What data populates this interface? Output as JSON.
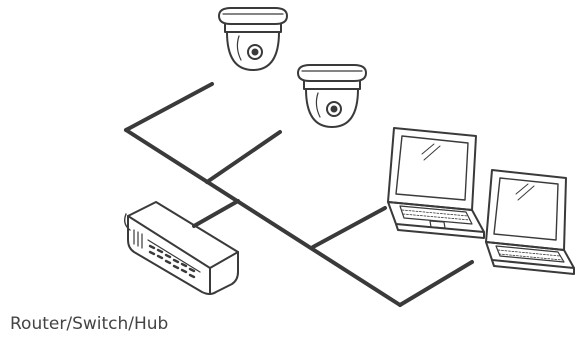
{
  "diagram": {
    "router_label": "Router/Switch/Hub",
    "nodes": [
      {
        "name": "dome-camera",
        "count": 2
      },
      {
        "name": "laptop",
        "count": 2
      },
      {
        "name": "router-switch-hub",
        "count": 1
      }
    ],
    "colors": {
      "line": "#3a3a3a",
      "text": "#444444",
      "background": "#ffffff"
    }
  }
}
